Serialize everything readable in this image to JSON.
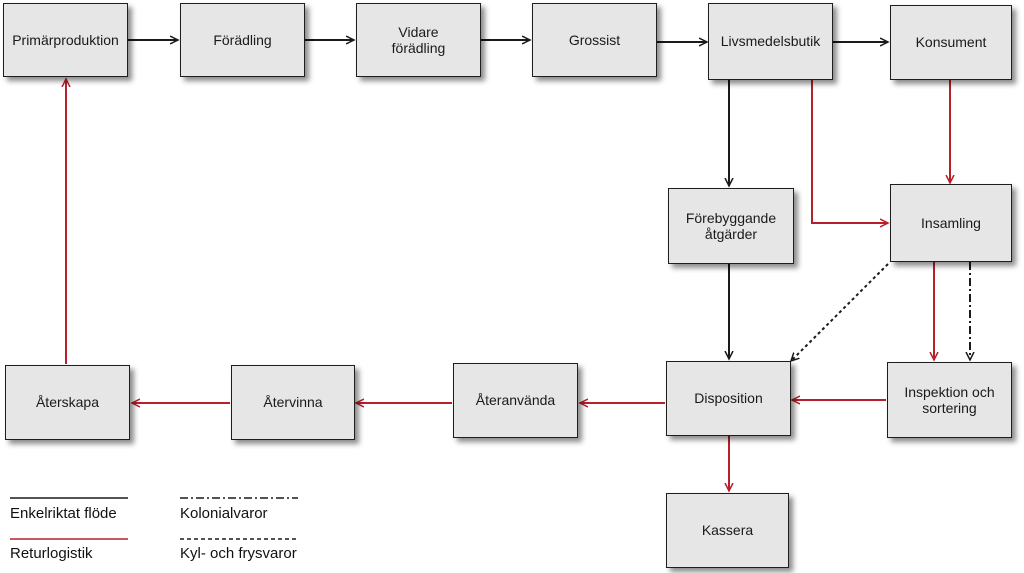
{
  "colors": {
    "one_way": "#1a1a1a",
    "return": "#b5202a",
    "box_fill": "#e6e6e6"
  },
  "nodes": {
    "primarproduktion": "Primärproduktion",
    "foradling": "Förädling",
    "vidare_foradling": "Vidare\nförädling",
    "grossist": "Grossist",
    "livsmedelsbutik": "Livsmedelsbutik",
    "konsument": "Konsument",
    "forebyggande": "Förebyggande\nåtgärder",
    "insamling": "Insamling",
    "disposition": "Disposition",
    "inspektion": "Inspektion och\nsortering",
    "ateranvanda": "Återanvända",
    "atervinna": "Återvinna",
    "aterskapa": "Återskapa",
    "kassera": "Kassera"
  },
  "legend": {
    "one_way": "Enkelriktat flöde",
    "return": "Returlogistik",
    "dry_goods": "Kolonialvaror",
    "cold_goods": "Kyl- och frysvaror"
  }
}
